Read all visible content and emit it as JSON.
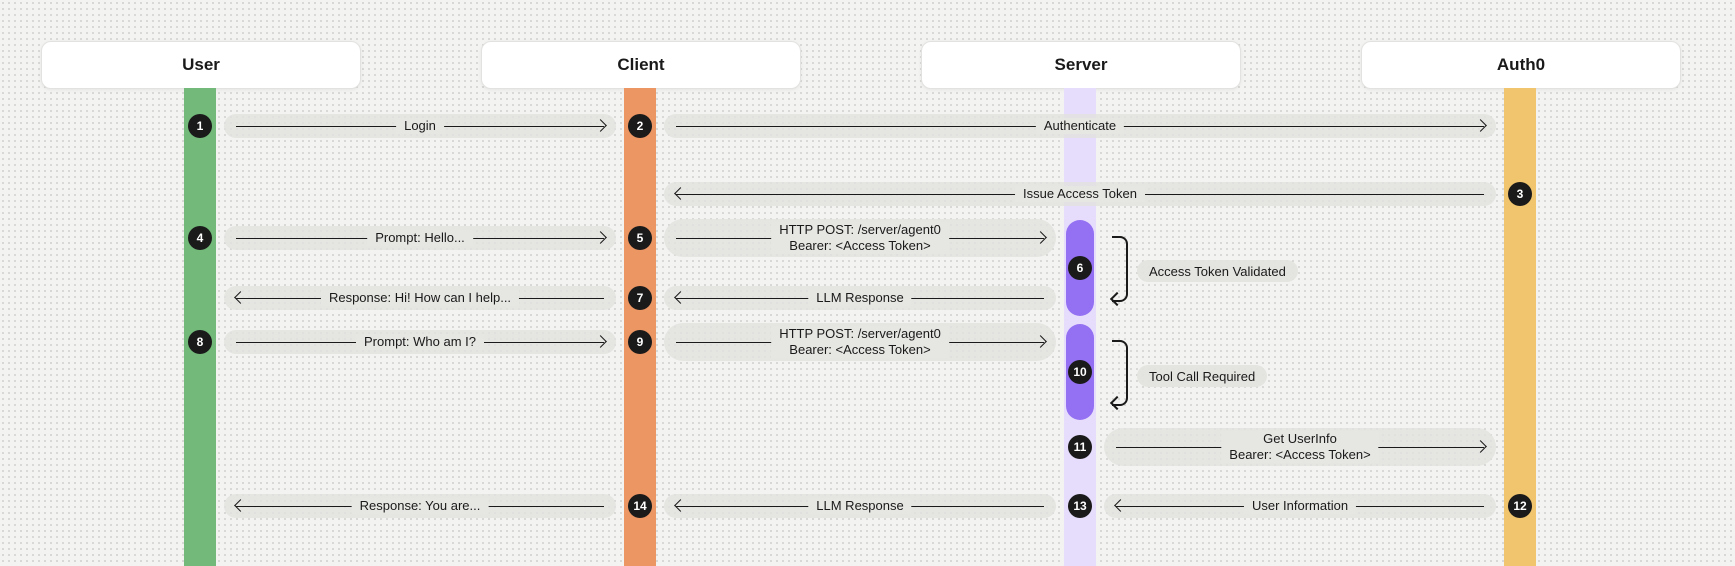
{
  "actors": [
    "User",
    "Client",
    "Server",
    "Auth0"
  ],
  "colors": {
    "user": "#72b97a",
    "client": "#ec9664",
    "server_lifeline": "#e6dcfb",
    "server_activation": "#9470f3",
    "auth0": "#f1c56e"
  },
  "messages": [
    {
      "step": "1",
      "label": "Login"
    },
    {
      "step": "2",
      "label": "Authenticate"
    },
    {
      "step": "3",
      "label": "Issue Access Token"
    },
    {
      "step": "4",
      "label": "Prompt: Hello..."
    },
    {
      "step": "5",
      "label": "HTTP POST: /server/agent0",
      "label2": "Bearer: <Access Token>"
    },
    {
      "step": "6",
      "label": "Access Token Validated"
    },
    {
      "step": "7",
      "label": "LLM Response"
    },
    {
      "label": "Response: Hi! How can I help..."
    },
    {
      "step": "8",
      "label": "Prompt: Who am I?"
    },
    {
      "step": "9",
      "label": "HTTP POST: /server/agent0",
      "label2": "Bearer: <Access Token>"
    },
    {
      "step": "10",
      "label": "Tool Call Required"
    },
    {
      "step": "11",
      "label": "Get UserInfo",
      "label2": "Bearer: <Access Token>"
    },
    {
      "step": "12",
      "label": "User Information"
    },
    {
      "step": "13",
      "label": "LLM Response"
    },
    {
      "step": "14",
      "label": "Response: You are..."
    }
  ]
}
